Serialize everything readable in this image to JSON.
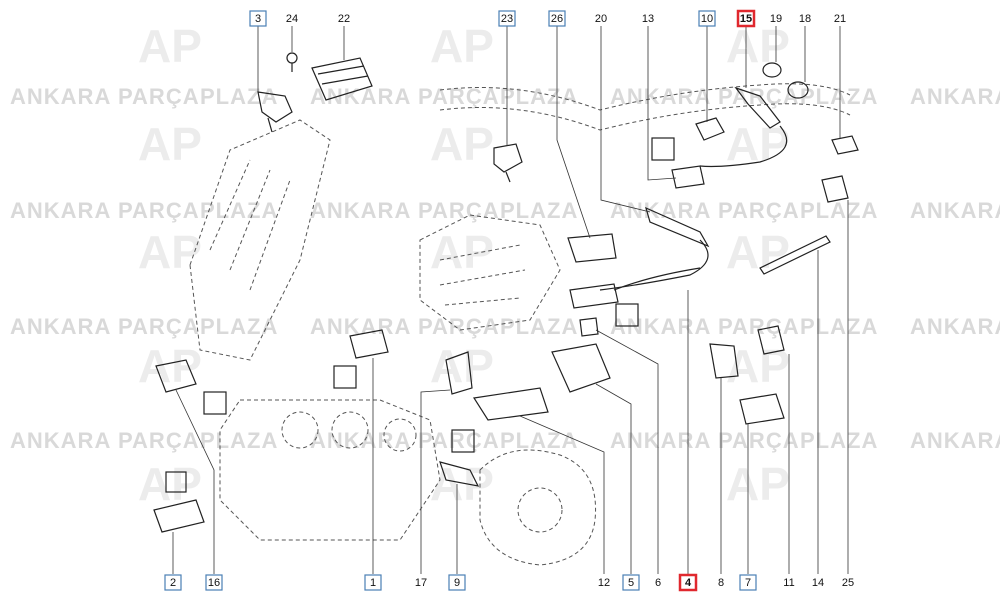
{
  "watermark": {
    "brand_left": "ANKARA",
    "brand_mid": "PARÇA",
    "brand_right": "PLAZA",
    "logo": "AP"
  },
  "colors": {
    "highlight": "#e0282e",
    "callout_box": "#4a7fb5",
    "line": "#222222",
    "watermark": "#d9d9d9"
  },
  "callouts_top": [
    {
      "id": "3",
      "style": "boxed"
    },
    {
      "id": "24",
      "style": "plain"
    },
    {
      "id": "22",
      "style": "plain"
    },
    {
      "id": "23",
      "style": "boxed"
    },
    {
      "id": "26",
      "style": "boxed"
    },
    {
      "id": "20",
      "style": "plain"
    },
    {
      "id": "13",
      "style": "plain"
    },
    {
      "id": "10",
      "style": "boxed"
    },
    {
      "id": "15",
      "style": "highlighted"
    },
    {
      "id": "19",
      "style": "plain"
    },
    {
      "id": "18",
      "style": "plain"
    },
    {
      "id": "21",
      "style": "plain"
    }
  ],
  "callouts_bottom": [
    {
      "id": "2",
      "style": "boxed"
    },
    {
      "id": "16",
      "style": "boxed"
    },
    {
      "id": "1",
      "style": "boxed"
    },
    {
      "id": "17",
      "style": "plain"
    },
    {
      "id": "9",
      "style": "boxed"
    },
    {
      "id": "12",
      "style": "plain"
    },
    {
      "id": "5",
      "style": "boxed"
    },
    {
      "id": "6",
      "style": "plain"
    },
    {
      "id": "4",
      "style": "highlighted"
    },
    {
      "id": "8",
      "style": "plain"
    },
    {
      "id": "7",
      "style": "boxed"
    },
    {
      "id": "11",
      "style": "plain"
    },
    {
      "id": "14",
      "style": "plain"
    },
    {
      "id": "25",
      "style": "plain"
    }
  ]
}
